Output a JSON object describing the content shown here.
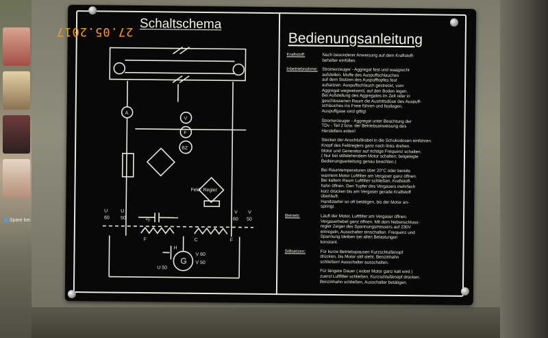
{
  "photo": {
    "date_stamp": "27.05.2017",
    "sidebar_label": "Spare bei"
  },
  "plate": {
    "left_title": "Schaltschema",
    "right_title": "Bedienungsanleitung",
    "diagram_labels": {
      "meter_a": "A",
      "meter_v": "V",
      "meter_f": "F",
      "meter_bz": "BZ",
      "generator": "G",
      "u60": "60",
      "u50": "50",
      "u_left": "U",
      "u_right": "U",
      "v_left": "V",
      "v_right": "V",
      "v60": "60",
      "v50": "50",
      "feld_regler": "Feld-\nRegler",
      "f_left": "F",
      "f_right": "F",
      "c_label": "C",
      "h_label": "H",
      "gen_u50": "U 50",
      "gen_v60": "V 60",
      "gen_v50": "V 50",
      "plusminus": "+|-"
    },
    "sections": [
      {
        "label": "Kraftstoff:",
        "text": "Nach besonderer Anweisung auf dem Kraftstoff-\nbehälter einfüllen."
      },
      {
        "label": "Inbetriebnahme:",
        "text": "Stromerzeuger - Aggregat fest und waagrecht\naufstellen. Muffe des Auspuffschlauches\nauf dem Stutzen des Auspufftopfes fest\naufsetzen. Auspuffschlauch gestreckt, vom\nAggregat wegweisend, auf den Boden legen.\nBei Aufstellung des Aggregates im Zelt oder in\ngeschlossenen Raum die Austrittsdüse des Auspuff-\nschlauches ins Freie führen und festlegen.\nAuspuffgase sind giftig!"
      },
      {
        "label": "",
        "text": "Stromerzeuger - Aggregat unter Beachtung der\nTDv - Teil 2 bzw. der Betriebsanweisung des\nHerstellers erden!"
      },
      {
        "label": "",
        "text": "Stecker der Anschlußkabel in die Schukodosen einführen.\nKnopf des Feldreglers ganz nach links drehen.\nMotor und Generator auf richtige Frequenz schalten.\n( Nur bei stillstehendem Motor schalten; beigelegte\nBedienungsanleitung genau beachten.)"
      },
      {
        "label": "",
        "text": "Bei Raumtemperaturen über 20°C oder bereits\nwarmem Motor Luftfilter am Vergaser ganz öffnen.\nBei kaltem Raum Luftfilter schließen, Kraftstoff-\nhahn öffnen. Den Tupfer des Vergasers mehrfach\nkurz drücken bis am Vergaser gerade Kraftstoff\nüberläuft.\nHandstarter so oft betätigen, bis der Motor an-\nspringt."
      },
      {
        "label": "Betrieb:",
        "text": "Läuft der Motor, Luftfilter am Vergaser öffnen.\nVergaserhebel ganz öffnen. Mit dem Nebenschluss-\nregler Zeiger des Spannungsmessers auf 230V\neinregeln, Ausschalter einschalten. Frequenz und\nSpannung bleiben bei allen Belastungen\nkonstant."
      },
      {
        "label": "Stillsetzen:",
        "text": "Für kurze Betriebspausen Kurzschlußknopf\ndrücken, bis Motor still steht. Benzinhahn\nschließen! Ausschalter ausschalten."
      },
      {
        "label": "",
        "text": "Für längere Dauer ( wobei Motor ganz kalt wird )\nzuerst Luftfilter schließen. Kurzschlußknopf drücken.\nBenzinhahn schließen, Ausschalter betätigen."
      }
    ]
  }
}
